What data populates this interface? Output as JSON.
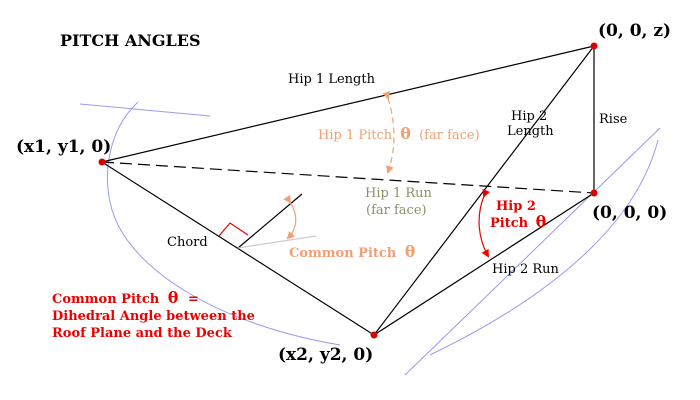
{
  "title": "PITCH ANGLES",
  "points": {
    "apex": "(0, 0, z)",
    "p1": "(x1, y1, 0)",
    "origin": "(0, 0, 0)",
    "p2": "(x2, y2, 0)"
  },
  "labels": {
    "hip1_length": "Hip 1 Length",
    "hip2_length_1": "Hip 2",
    "hip2_length_2": "Length",
    "rise": "Rise",
    "hip1_pitch_text": "Hip 1 Pitch",
    "hip1_pitch_suffix": "(far face)",
    "hip1_run_1": "Hip 1 Run",
    "hip1_run_2": "(far face)",
    "hip2_pitch_1": "Hip 2",
    "hip2_pitch_2": "Pitch",
    "hip2_run": "Hip 2 Run",
    "chord": "Chord",
    "common_pitch": "Common Pitch",
    "theta": "θ"
  },
  "note": {
    "line1_text": "Common Pitch",
    "line1_suffix": "=",
    "line2": "Dihedral Angle between the",
    "line3": "Roof Plane and the Deck"
  },
  "colors": {
    "edges": "#000000",
    "guide_lines": "#9a9af0",
    "pitch_annotation": "#f0a074",
    "run_annotation": "#8f8f6a",
    "hip2_annotation": "#ee0000",
    "vertex_dot": "#dd0000"
  }
}
